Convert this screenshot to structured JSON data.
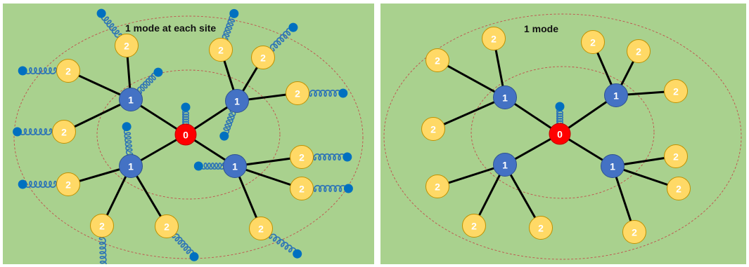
{
  "panels": [
    {
      "title": "1 mode at each site",
      "nodes": [
        {
          "label": "0",
          "level": 0,
          "mode": true
        },
        {
          "label": "1",
          "level": 1,
          "mode": true
        },
        {
          "label": "1",
          "level": 1,
          "mode": true
        },
        {
          "label": "1",
          "level": 1,
          "mode": true
        },
        {
          "label": "1",
          "level": 1,
          "mode": true
        },
        {
          "label": "2",
          "level": 2,
          "mode": true
        },
        {
          "label": "2",
          "level": 2,
          "mode": true
        },
        {
          "label": "2",
          "level": 2,
          "mode": true
        },
        {
          "label": "2",
          "level": 2,
          "mode": true
        },
        {
          "label": "2",
          "level": 2,
          "mode": true
        },
        {
          "label": "2",
          "level": 2,
          "mode": true
        },
        {
          "label": "2",
          "level": 2,
          "mode": true
        },
        {
          "label": "2",
          "level": 2,
          "mode": true
        },
        {
          "label": "2",
          "level": 2,
          "mode": true
        },
        {
          "label": "2",
          "level": 2,
          "mode": true
        },
        {
          "label": "2",
          "level": 2,
          "mode": true
        },
        {
          "label": "2",
          "level": 2,
          "mode": true
        }
      ]
    },
    {
      "title": "1 mode",
      "nodes": [
        {
          "label": "0",
          "level": 0,
          "mode": true
        },
        {
          "label": "1",
          "level": 1,
          "mode": false
        },
        {
          "label": "1",
          "level": 1,
          "mode": false
        },
        {
          "label": "1",
          "level": 1,
          "mode": false
        },
        {
          "label": "1",
          "level": 1,
          "mode": false
        },
        {
          "label": "2",
          "level": 2,
          "mode": false
        },
        {
          "label": "2",
          "level": 2,
          "mode": false
        },
        {
          "label": "2",
          "level": 2,
          "mode": false
        },
        {
          "label": "2",
          "level": 2,
          "mode": false
        },
        {
          "label": "2",
          "level": 2,
          "mode": false
        },
        {
          "label": "2",
          "level": 2,
          "mode": false
        },
        {
          "label": "2",
          "level": 2,
          "mode": false
        },
        {
          "label": "2",
          "level": 2,
          "mode": false
        },
        {
          "label": "2",
          "level": 2,
          "mode": false
        },
        {
          "label": "2",
          "level": 2,
          "mode": false
        },
        {
          "label": "2",
          "level": 2,
          "mode": false
        },
        {
          "label": "2",
          "level": 2,
          "mode": false
        }
      ]
    }
  ],
  "colors": {
    "background": "#a9d18e",
    "level0": "#ff0000",
    "level1": "#4472c4",
    "level2": "#ffd966",
    "level2_border": "#bf9000",
    "bond": "#000000",
    "spring": "#2e75b6",
    "spring_bead": "#0070c0",
    "ring": "#c0504d"
  },
  "icons": {
    "mode": "spring-mode-icon"
  }
}
